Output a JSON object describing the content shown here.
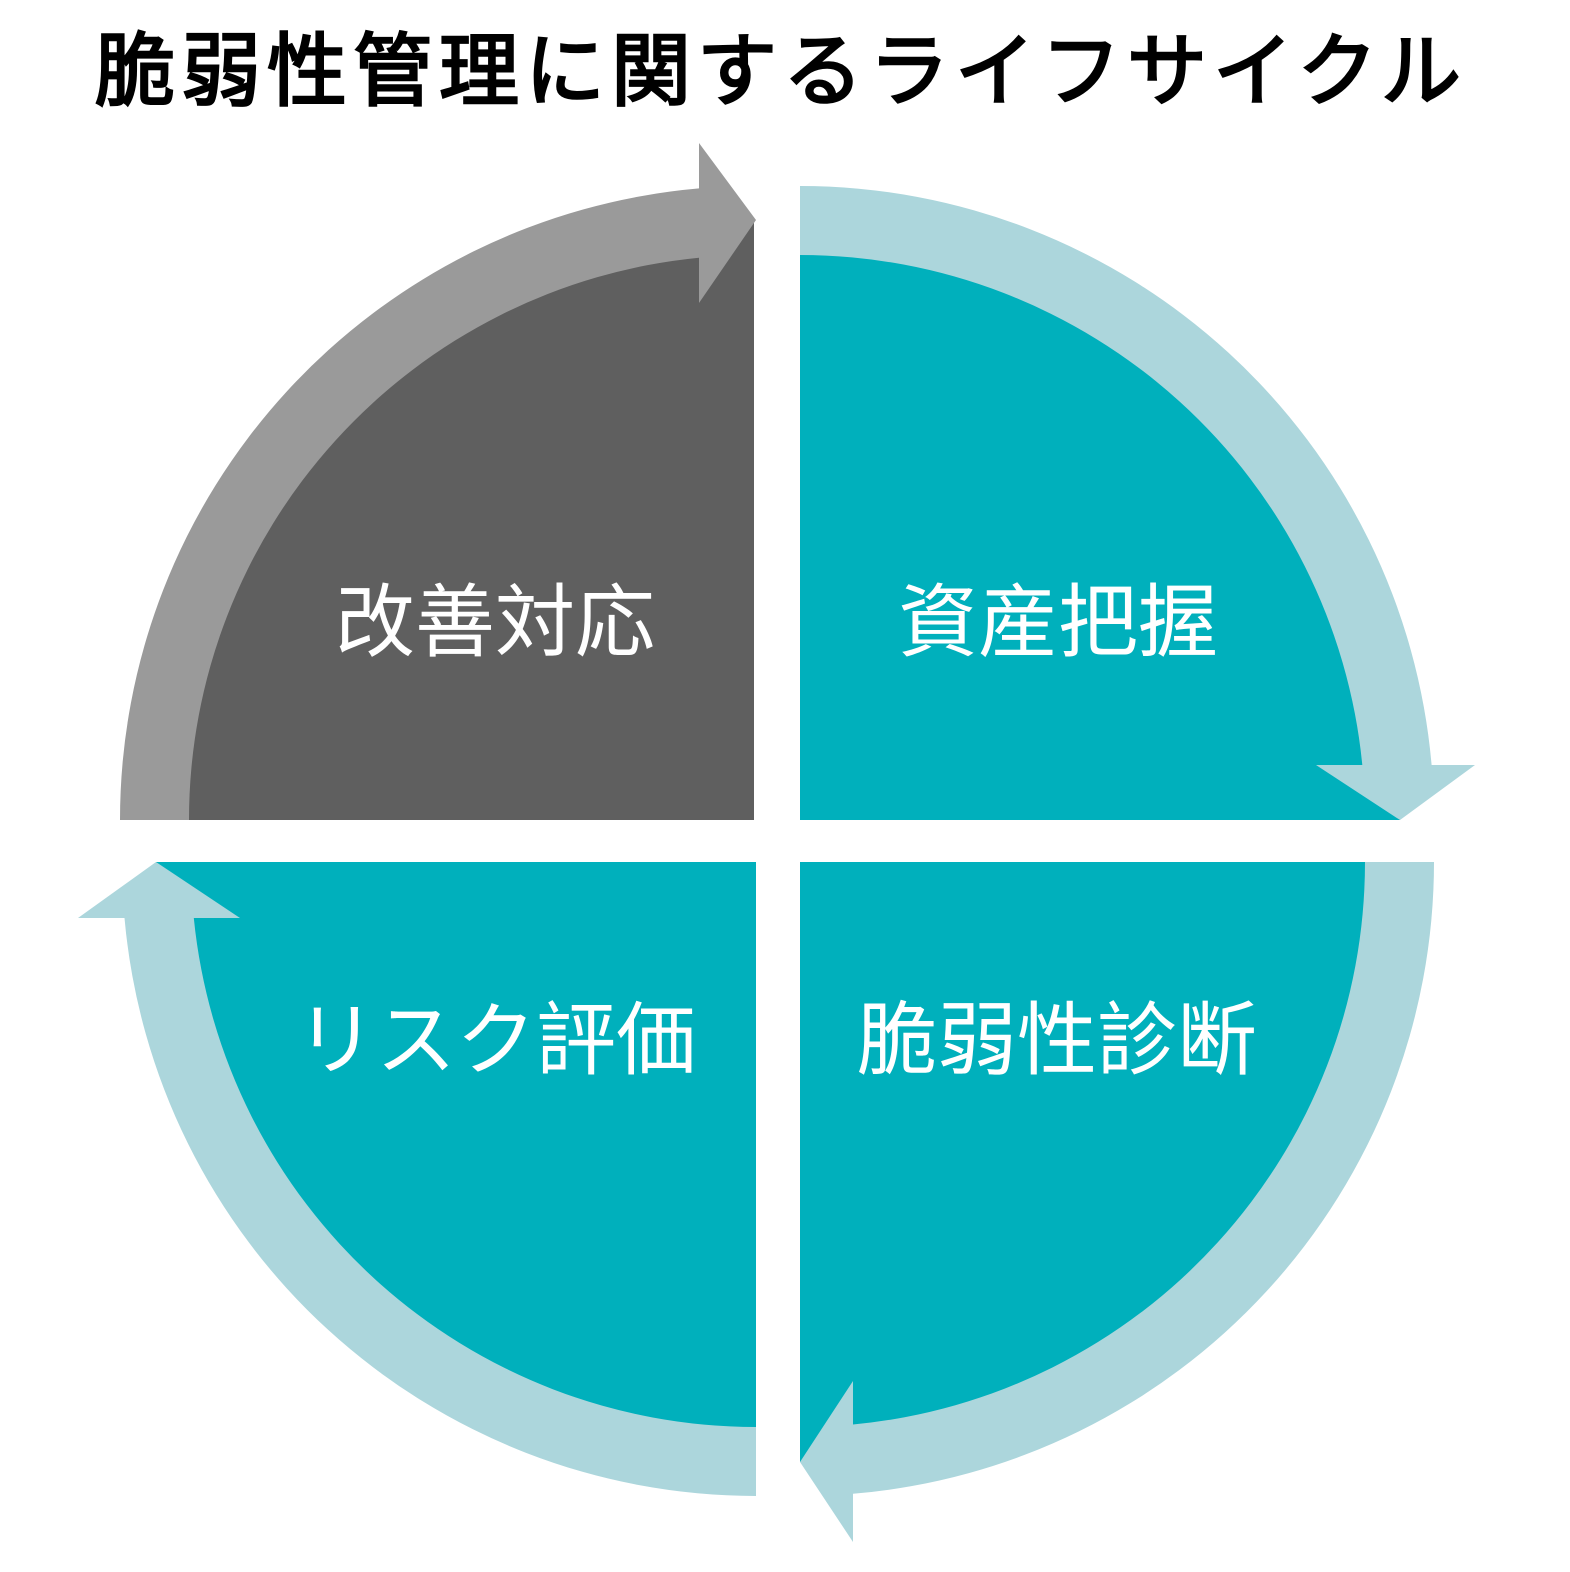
{
  "title": "脆弱性管理に関するライフサイクル",
  "colors": {
    "dark_gray": "#5f5f5f",
    "light_gray": "#9a9a9a",
    "teal": "#00b0bc",
    "light_teal": "#acd6dc",
    "label_text": "#ffffff"
  },
  "quadrants": [
    {
      "position": "top-left",
      "label": "改善対応",
      "fill": "#5f5f5f",
      "arrow_fill": "#9a9a9a",
      "arrow_direction": "right"
    },
    {
      "position": "top-right",
      "label": "資産把握",
      "fill": "#00b0bc",
      "arrow_fill": "#acd6dc",
      "arrow_direction": "down"
    },
    {
      "position": "bottom-right",
      "label": "脆弱性診断",
      "fill": "#00b0bc",
      "arrow_fill": "#acd6dc",
      "arrow_direction": "left"
    },
    {
      "position": "bottom-left",
      "label": "リスク評価",
      "fill": "#00b0bc",
      "arrow_fill": "#acd6dc",
      "arrow_direction": "up"
    }
  ]
}
